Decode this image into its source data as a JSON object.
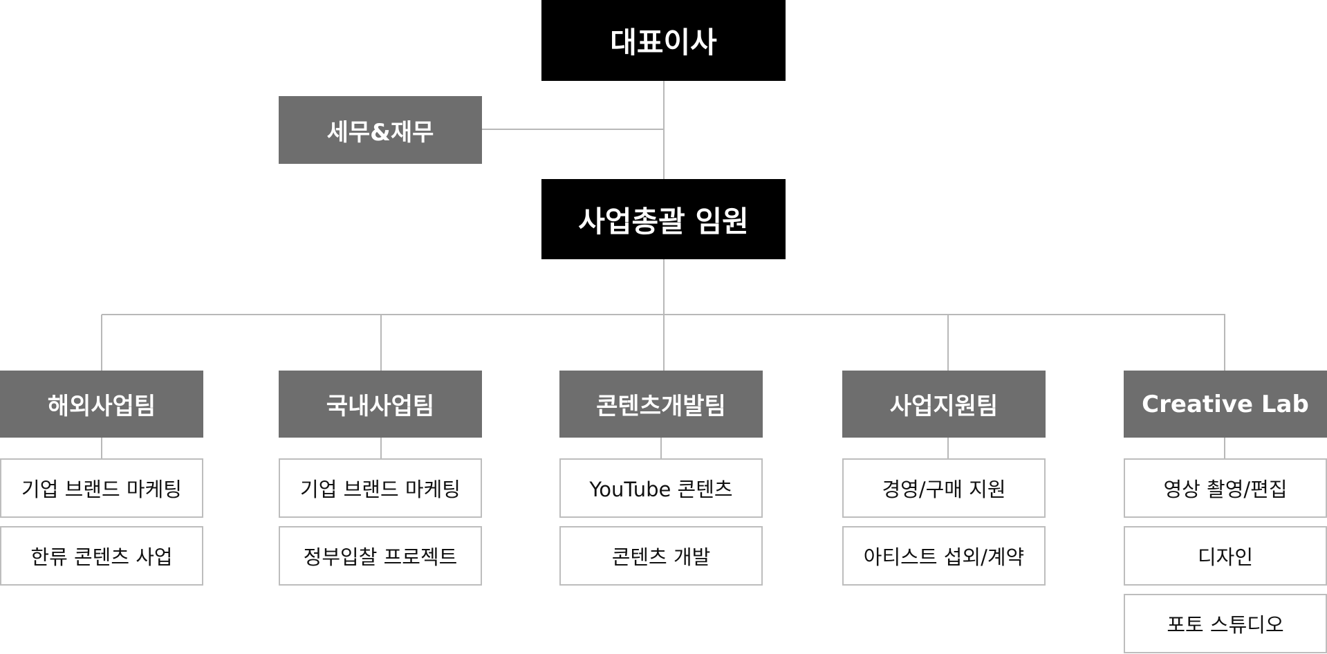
{
  "ceo": {
    "label": "대표이사"
  },
  "tax_finance": {
    "label": "세무&재무"
  },
  "business_executive": {
    "label": "사업총괄 임원"
  },
  "teams": [
    {
      "label": "해외사업팀",
      "items": [
        "기업 브랜드 마케팅",
        "한류 콘텐츠 사업"
      ]
    },
    {
      "label": "국내사업팀",
      "items": [
        "기업 브랜드 마케팅",
        "정부입찰 프로젝트"
      ]
    },
    {
      "label": "콘텐츠개발팀",
      "items": [
        "YouTube 콘텐츠",
        "콘텐츠 개발"
      ]
    },
    {
      "label": "사업지원팀",
      "items": [
        "경영/구매 지원",
        "아티스트 섭외/계약"
      ]
    },
    {
      "label": "Creative Lab",
      "items": [
        "영상 촬영/편집",
        "디자인",
        "포토 스튜디오"
      ]
    }
  ]
}
